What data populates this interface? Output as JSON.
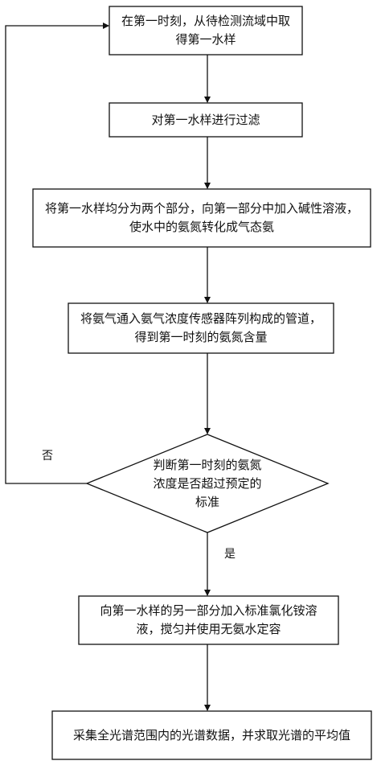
{
  "steps": [
    {
      "id": "s1",
      "text": "在第一时刻，从待检测流域中取得第一水样"
    },
    {
      "id": "s2",
      "text": "对第一水样进行过滤"
    },
    {
      "id": "s3",
      "text": "将第一水样均分为两个部分，向第一部分中加入碱性溶液，使水中的氨氮转化成气态氨"
    },
    {
      "id": "s4",
      "text": "将氨气通入氨气浓度传感器阵列构成的管道，得到第一时刻的氨氮含量"
    },
    {
      "id": "d1",
      "text": "判断第一时刻的氨氮浓度是否超过预定的标准"
    },
    {
      "id": "s5",
      "text": "向第一水样的另一部分加入标准氯化铵溶液，搅匀并使用无氨水定容"
    },
    {
      "id": "s6",
      "text": "采集全光谱范围内的光谱数据，并求取光谱的平均值"
    }
  ],
  "branch_labels": {
    "no": "否",
    "yes": "是"
  },
  "colors": {
    "stroke": "#111111",
    "text": "#111111",
    "background": "#ffffff"
  }
}
